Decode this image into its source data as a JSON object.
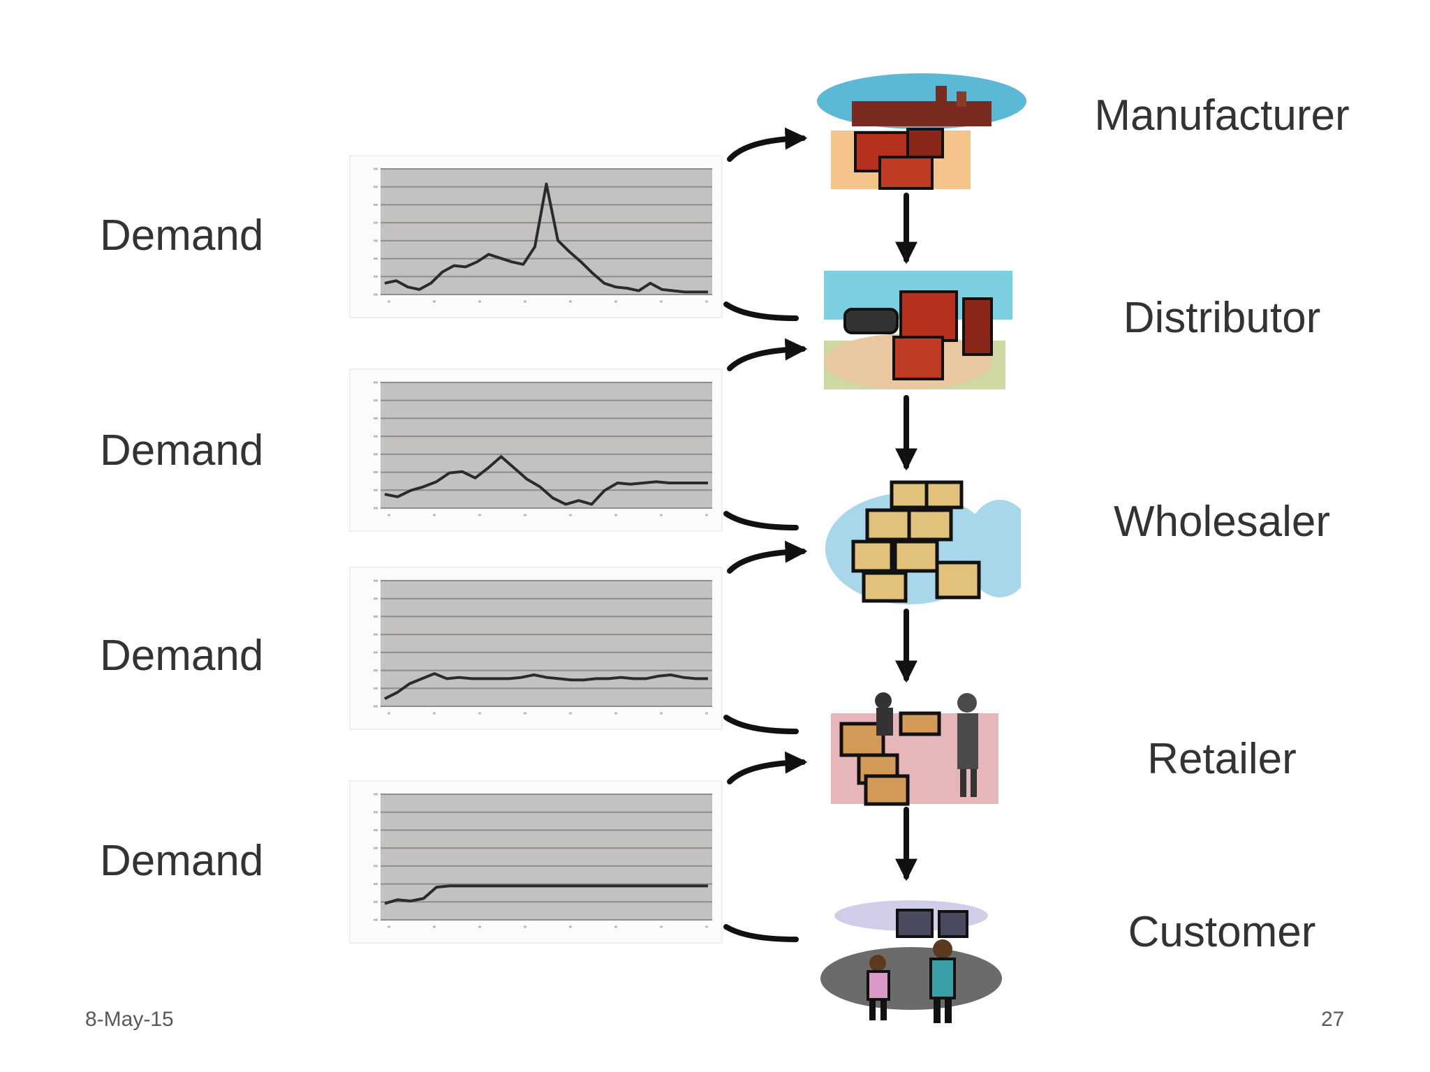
{
  "demand_label": "Demand",
  "stages": [
    "Manufacturer",
    "Distributor",
    "Wholesaler",
    "Retailer",
    "Customer"
  ],
  "footer": {
    "date": "8-May-15",
    "page_number": "27"
  },
  "colors": {
    "chart_plot_bg": "#c4c2c0",
    "chart_frame": "#efefef",
    "gridline": "#8e8c8a",
    "series_line": "#2b2b2b",
    "arrow": "#111111",
    "label_text": "#333333"
  },
  "icons": [
    "factory-icon",
    "forklift-icon",
    "warehouse-boxes-icon",
    "shopkeeper-icon",
    "shoppers-icon"
  ],
  "chart_data": [
    {
      "type": "area",
      "link": "Distributor → Manufacturer",
      "x": [
        0,
        1,
        2,
        3,
        4,
        5,
        6,
        7,
        8,
        9,
        10,
        11,
        12,
        13,
        14,
        15,
        16,
        17,
        18,
        19,
        20,
        21,
        22,
        23,
        24,
        25,
        26,
        27,
        28
      ],
      "y": [
        0.9,
        1.1,
        0.6,
        0.4,
        0.9,
        1.8,
        2.3,
        2.2,
        2.6,
        3.2,
        2.9,
        2.6,
        2.4,
        3.8,
        8.8,
        4.3,
        3.4,
        2.6,
        1.7,
        0.9,
        0.6,
        0.5,
        0.3,
        0.9,
        0.4,
        0.3,
        0.2,
        0.2,
        0.2
      ],
      "ylim": [
        0,
        10
      ],
      "grid": true
    },
    {
      "type": "area",
      "link": "Wholesaler → Distributor",
      "x": [
        0,
        1,
        2,
        3,
        4,
        5,
        6,
        7,
        8,
        9,
        10,
        11,
        12,
        13,
        14,
        15,
        16,
        17,
        18,
        19,
        20,
        21,
        22,
        23,
        24,
        25
      ],
      "y": [
        1.1,
        0.9,
        1.4,
        1.7,
        2.1,
        2.8,
        2.9,
        2.4,
        3.2,
        4.1,
        3.2,
        2.3,
        1.7,
        0.8,
        0.3,
        0.6,
        0.3,
        1.4,
        2.0,
        1.9,
        2.0,
        2.1,
        2.0,
        2.0,
        2.0,
        2.0
      ],
      "ylim": [
        0,
        10
      ],
      "grid": true
    },
    {
      "type": "area",
      "link": "Retailer → Wholesaler",
      "x": [
        0,
        1,
        2,
        3,
        4,
        5,
        6,
        7,
        8,
        9,
        10,
        11,
        12,
        13,
        14,
        15,
        16,
        17,
        18,
        19,
        20,
        21,
        22,
        23,
        24,
        25,
        26
      ],
      "y": [
        0.6,
        1.1,
        1.8,
        2.2,
        2.6,
        2.2,
        2.3,
        2.2,
        2.2,
        2.2,
        2.2,
        2.3,
        2.5,
        2.3,
        2.2,
        2.1,
        2.1,
        2.2,
        2.2,
        2.3,
        2.2,
        2.2,
        2.4,
        2.5,
        2.3,
        2.2,
        2.2
      ],
      "ylim": [
        0,
        10
      ],
      "grid": true
    },
    {
      "type": "area",
      "link": "Customer → Retailer",
      "x": [
        0,
        1,
        2,
        3,
        4,
        5,
        6,
        7,
        8,
        9,
        10,
        11,
        12,
        13,
        14,
        15,
        16,
        17,
        18,
        19,
        20,
        21,
        22,
        23,
        24,
        25
      ],
      "y": [
        1.3,
        1.6,
        1.5,
        1.7,
        2.6,
        2.7,
        2.7,
        2.7,
        2.7,
        2.7,
        2.7,
        2.7,
        2.7,
        2.7,
        2.7,
        2.7,
        2.7,
        2.7,
        2.7,
        2.7,
        2.7,
        2.7,
        2.7,
        2.7,
        2.7,
        2.7
      ],
      "ylim": [
        0,
        10
      ],
      "grid": true
    }
  ]
}
